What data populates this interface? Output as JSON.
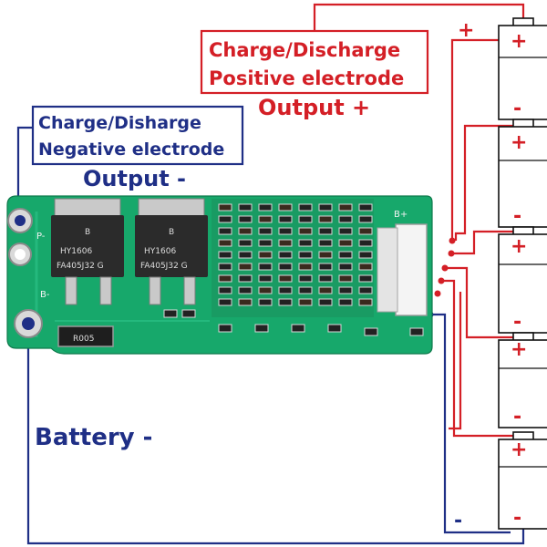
{
  "labels": {
    "pos_box_line1": "Charge/Discharge",
    "pos_box_line2": "Positive electrode",
    "pos_output": "Output +",
    "neg_box_line1": "Charge/Disharge",
    "neg_box_line2": "Negative electrode",
    "neg_output": "Output -",
    "battery_neg": "Battery -",
    "wire_plus": "+",
    "wire_minus": "-"
  },
  "board": {
    "pad_p": "P-",
    "pad_b": "B-",
    "connector": "B+",
    "mosfet_brand": "B",
    "mosfet1_model": "HY1606",
    "mosfet1_code": "FA405J32 G",
    "mosfet2_model": "HY1606",
    "mosfet2_code": "FA405J32 G",
    "resistor": "R005"
  },
  "cells": [
    {
      "plus": "+",
      "minus": "-"
    },
    {
      "plus": "+",
      "minus": "-"
    },
    {
      "plus": "+",
      "minus": "-"
    },
    {
      "plus": "+",
      "minus": "-"
    },
    {
      "plus": "+",
      "minus": "-"
    }
  ],
  "colors": {
    "positive_wire": "#d41f26",
    "negative_wire": "#1f2f86",
    "pcb_green": "#17a86b"
  }
}
